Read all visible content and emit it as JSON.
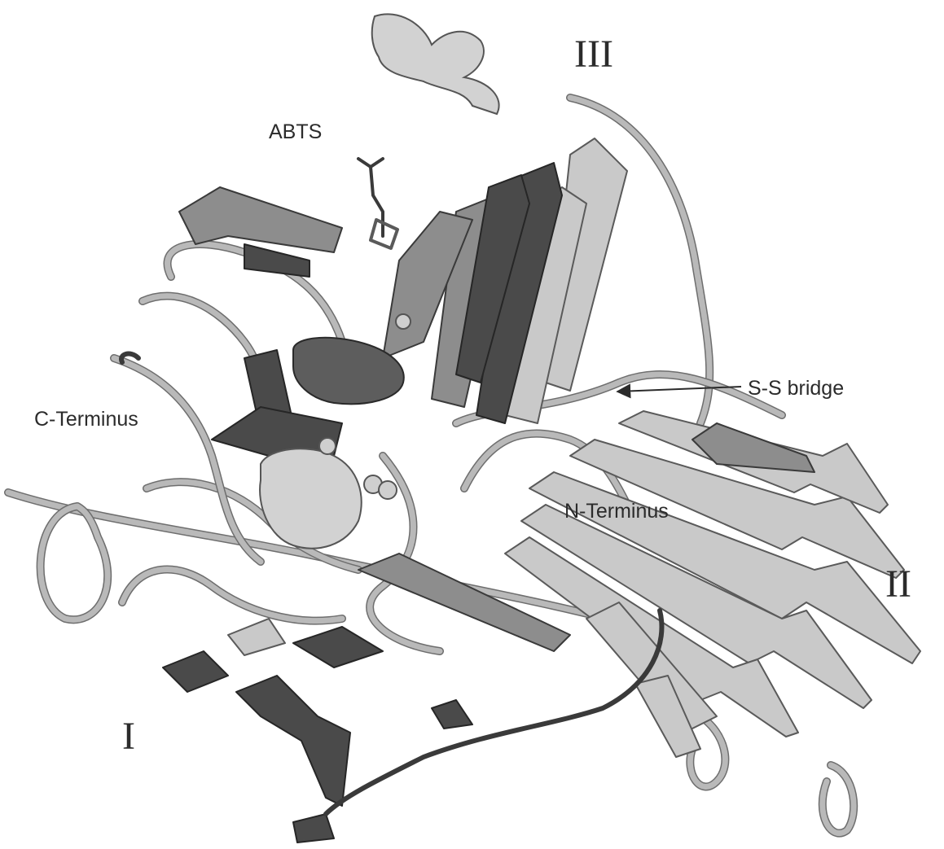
{
  "labels": {
    "domain_3": "III",
    "domain_2": "II",
    "domain_1": "I",
    "ligand": "ABTS",
    "c_terminus": "C-Terminus",
    "n_terminus": "N-Terminus",
    "disulfide": "S-S bridge"
  },
  "colors": {
    "background": "#ffffff",
    "text": "#2b2b2b",
    "ribbon_light": "#c9c9c9",
    "ribbon_mid": "#8d8d8d",
    "ribbon_dark": "#4a4a4a"
  }
}
